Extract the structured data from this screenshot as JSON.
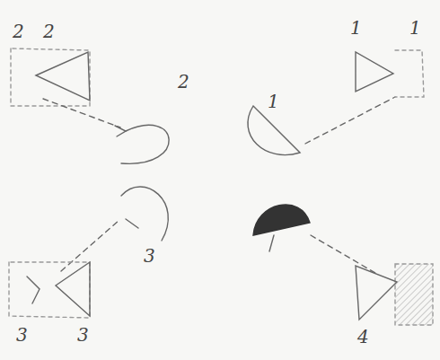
{
  "diagram": {
    "labels": [
      "2",
      "2",
      "1",
      "1",
      "2",
      "1",
      "3",
      "3",
      "3",
      "4"
    ]
  }
}
